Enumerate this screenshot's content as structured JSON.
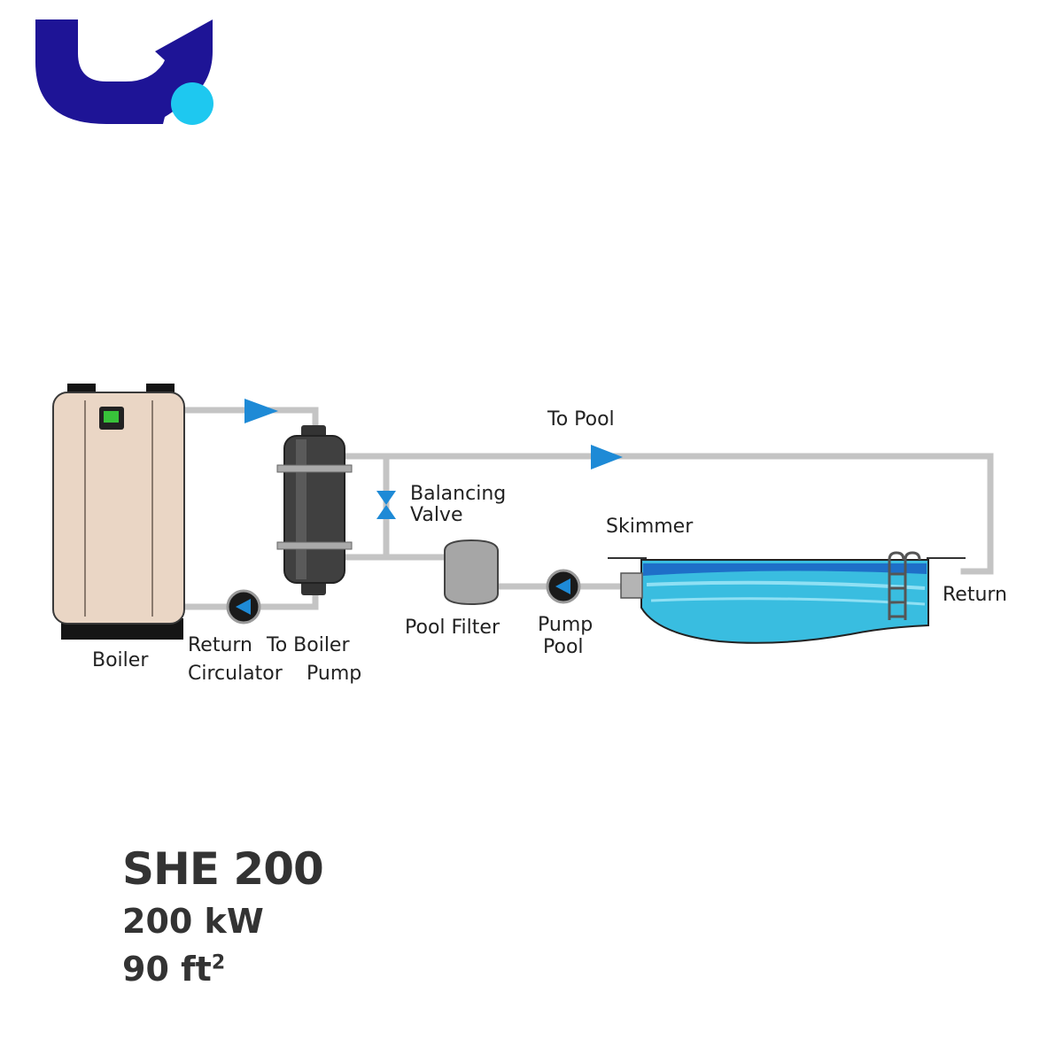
{
  "labels": {
    "to_pool": "To Pool",
    "balancing_1": "Balancing",
    "balancing_2": "Valve",
    "skimmer": "Skimmer",
    "return": "Return",
    "boiler": "Boiler",
    "return_1": "Return",
    "return_2": "Circulator",
    "to_boiler_1": "To Boiler",
    "to_boiler_2": "Pump",
    "pool_filter": "Pool Filter",
    "pump_pool_1": "Pump",
    "pump_pool_2": "Pool"
  },
  "spec": {
    "model": "SHE 200",
    "power": "200 kW",
    "area_value": "90 ft",
    "area_sup": "2"
  },
  "colors": {
    "logo_navy": "#1e1496",
    "logo_cyan": "#1ec8f0",
    "pipe": "#c4c4c4",
    "arrow": "#1e8ad6",
    "boiler_body": "#ead6c5",
    "water": "#39bde0"
  },
  "icons": [
    "brand-logo",
    "boiler-icon",
    "heat-exchanger-icon",
    "pool-filter-icon",
    "pump-icon",
    "balancing-valve-icon",
    "pool-ladder-icon",
    "flow-arrow-icon"
  ]
}
